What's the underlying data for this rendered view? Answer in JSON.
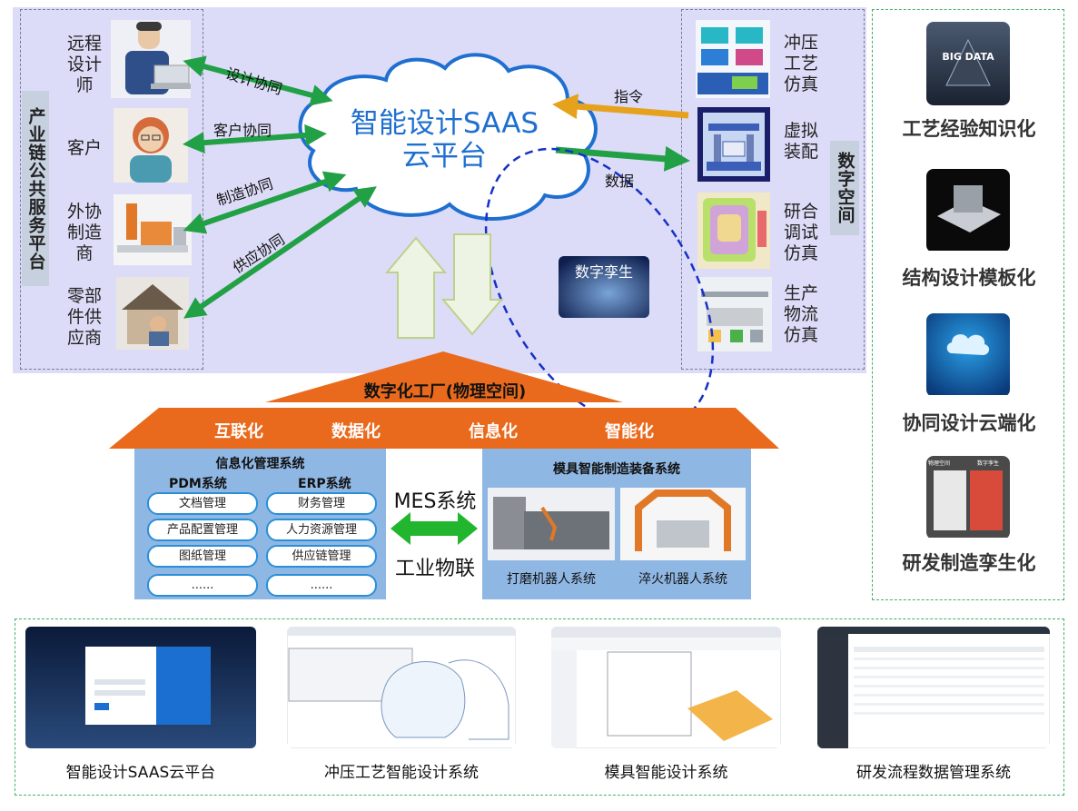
{
  "cloud": {
    "title_line1": "智能设计SAAS",
    "title_line2": "云平台"
  },
  "left_panel": {
    "title": "产业链公共服务平台",
    "actors": [
      {
        "label": "远程设计师",
        "icon": "remote-designer"
      },
      {
        "label": "客户",
        "icon": "customer"
      },
      {
        "label": "外协制造商",
        "icon": "outsourced-manufacturer"
      },
      {
        "label": "零部件供应商",
        "icon": "parts-supplier"
      }
    ],
    "collab_labels": [
      "设计协同",
      "客户协同",
      "制造协同",
      "供应协同"
    ]
  },
  "right_panel": {
    "title": "数字空间",
    "items": [
      {
        "label": "冲压工艺仿真",
        "icon": "stamping-simulation"
      },
      {
        "label": "虚拟装配",
        "icon": "virtual-assembly"
      },
      {
        "label": "研合调试仿真",
        "icon": "spotting-simulation"
      },
      {
        "label": "生产物流仿真",
        "icon": "logistics-simulation"
      }
    ],
    "instruction_label": "指令",
    "data_label": "数据"
  },
  "digital_twin_label": "数字孪生",
  "factory": {
    "title": "数字化工厂(物理空间)",
    "features": [
      "互联化",
      "数据化",
      "信息化",
      "智能化"
    ],
    "info_system": {
      "title": "信息化管理系统",
      "pdm_title": "PDM系统",
      "erp_title": "ERP系统",
      "pdm_items": [
        "文档管理",
        "产品配置管理",
        "图纸管理",
        "......"
      ],
      "erp_items": [
        "财务管理",
        "人力资源管理",
        "供应链管理",
        "......"
      ]
    },
    "mes_label": "MES系统",
    "iot_label": "工业物联",
    "equipment_system": {
      "title": "模具智能制造装备系统",
      "robots": [
        "打磨机器人系统",
        "淬火机器人系统"
      ]
    }
  },
  "right_sidebar": {
    "items": [
      {
        "label": "工艺经验知识化",
        "icon": "big-data",
        "icon_text": "BIG DATA"
      },
      {
        "label": "结构设计模板化",
        "icon": "mold-structure"
      },
      {
        "label": "协同设计云端化",
        "icon": "cloud"
      },
      {
        "label": "研发制造孪生化",
        "icon": "digital-twin-room",
        "icon_text_left": "物理空间",
        "icon_text_right": "数字孪生"
      }
    ]
  },
  "bottom_systems": [
    {
      "caption": "智能设计SAAS云平台"
    },
    {
      "caption": "冲压工艺智能设计系统"
    },
    {
      "caption": "模具智能设计系统"
    },
    {
      "caption": "研发流程数据管理系统"
    }
  ],
  "colors": {
    "panel_bg": "#dcdcf8",
    "arrow_green": "#22a045",
    "arrow_orange": "#e6a21c",
    "cloud_stroke": "#1e6fd0",
    "roof": "#e96a1c",
    "blue_box": "#8fb7e3",
    "dashed_green": "#44b06a"
  }
}
